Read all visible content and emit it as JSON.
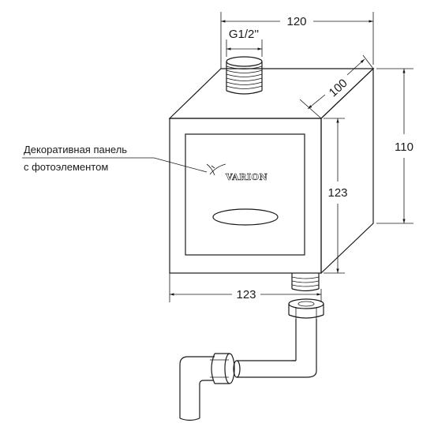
{
  "dimensions": {
    "top_width": "120",
    "thread": "G1/2''",
    "depth": "100",
    "height_right": "110",
    "front_height": "123",
    "front_width": "123"
  },
  "callout": {
    "line1": "Декоративная панель",
    "line2": "с фотоэлементом"
  },
  "brand": {
    "name": "VARION"
  }
}
